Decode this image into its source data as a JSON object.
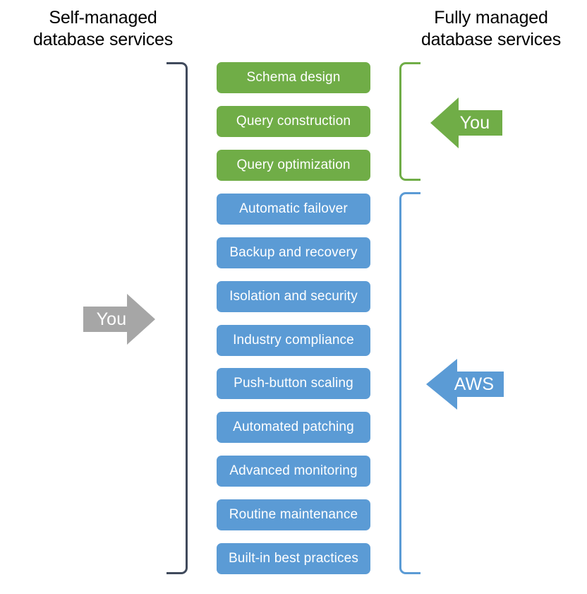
{
  "headings": {
    "left": "Self-managed\ndatabase services",
    "right": "Fully managed\ndatabase services"
  },
  "colors": {
    "green": "#70AD47",
    "blue": "#5B9BD5",
    "gray": "#A6A6A6",
    "bracket_dark": "#404A5C",
    "text_on_fill": "#FFFFFF",
    "heading_text": "#000000",
    "background": "#FFFFFF"
  },
  "groups": [
    {
      "id": "developer-tasks",
      "color": "#70AD47",
      "owner": "You",
      "boxes": [
        {
          "label": "Schema design"
        },
        {
          "label": "Query construction"
        },
        {
          "label": "Query optimization"
        }
      ]
    },
    {
      "id": "managed-tasks",
      "color": "#5B9BD5",
      "owner": "AWS",
      "boxes": [
        {
          "label": "Automatic failover"
        },
        {
          "label": "Backup and recovery"
        },
        {
          "label": "Isolation and security"
        },
        {
          "label": "Industry compliance"
        },
        {
          "label": "Push-button scaling"
        },
        {
          "label": "Automated patching"
        },
        {
          "label": "Advanced monitoring"
        },
        {
          "label": "Routine maintenance"
        },
        {
          "label": "Built-in best practices"
        }
      ]
    }
  ],
  "arrows": [
    {
      "id": "you-self-managed",
      "label": "You",
      "direction": "right",
      "color": "#A6A6A6"
    },
    {
      "id": "you-fully-managed",
      "label": "You",
      "direction": "left",
      "color": "#70AD47"
    },
    {
      "id": "aws-fully-managed",
      "label": "AWS",
      "direction": "left",
      "color": "#5B9BD5"
    }
  ],
  "brackets": [
    {
      "id": "self-managed",
      "color": "#404A5C",
      "side": "left"
    },
    {
      "id": "fully-managed-green",
      "color": "#70AD47",
      "side": "right"
    },
    {
      "id": "fully-managed-blue",
      "color": "#5B9BD5",
      "side": "right"
    }
  ]
}
